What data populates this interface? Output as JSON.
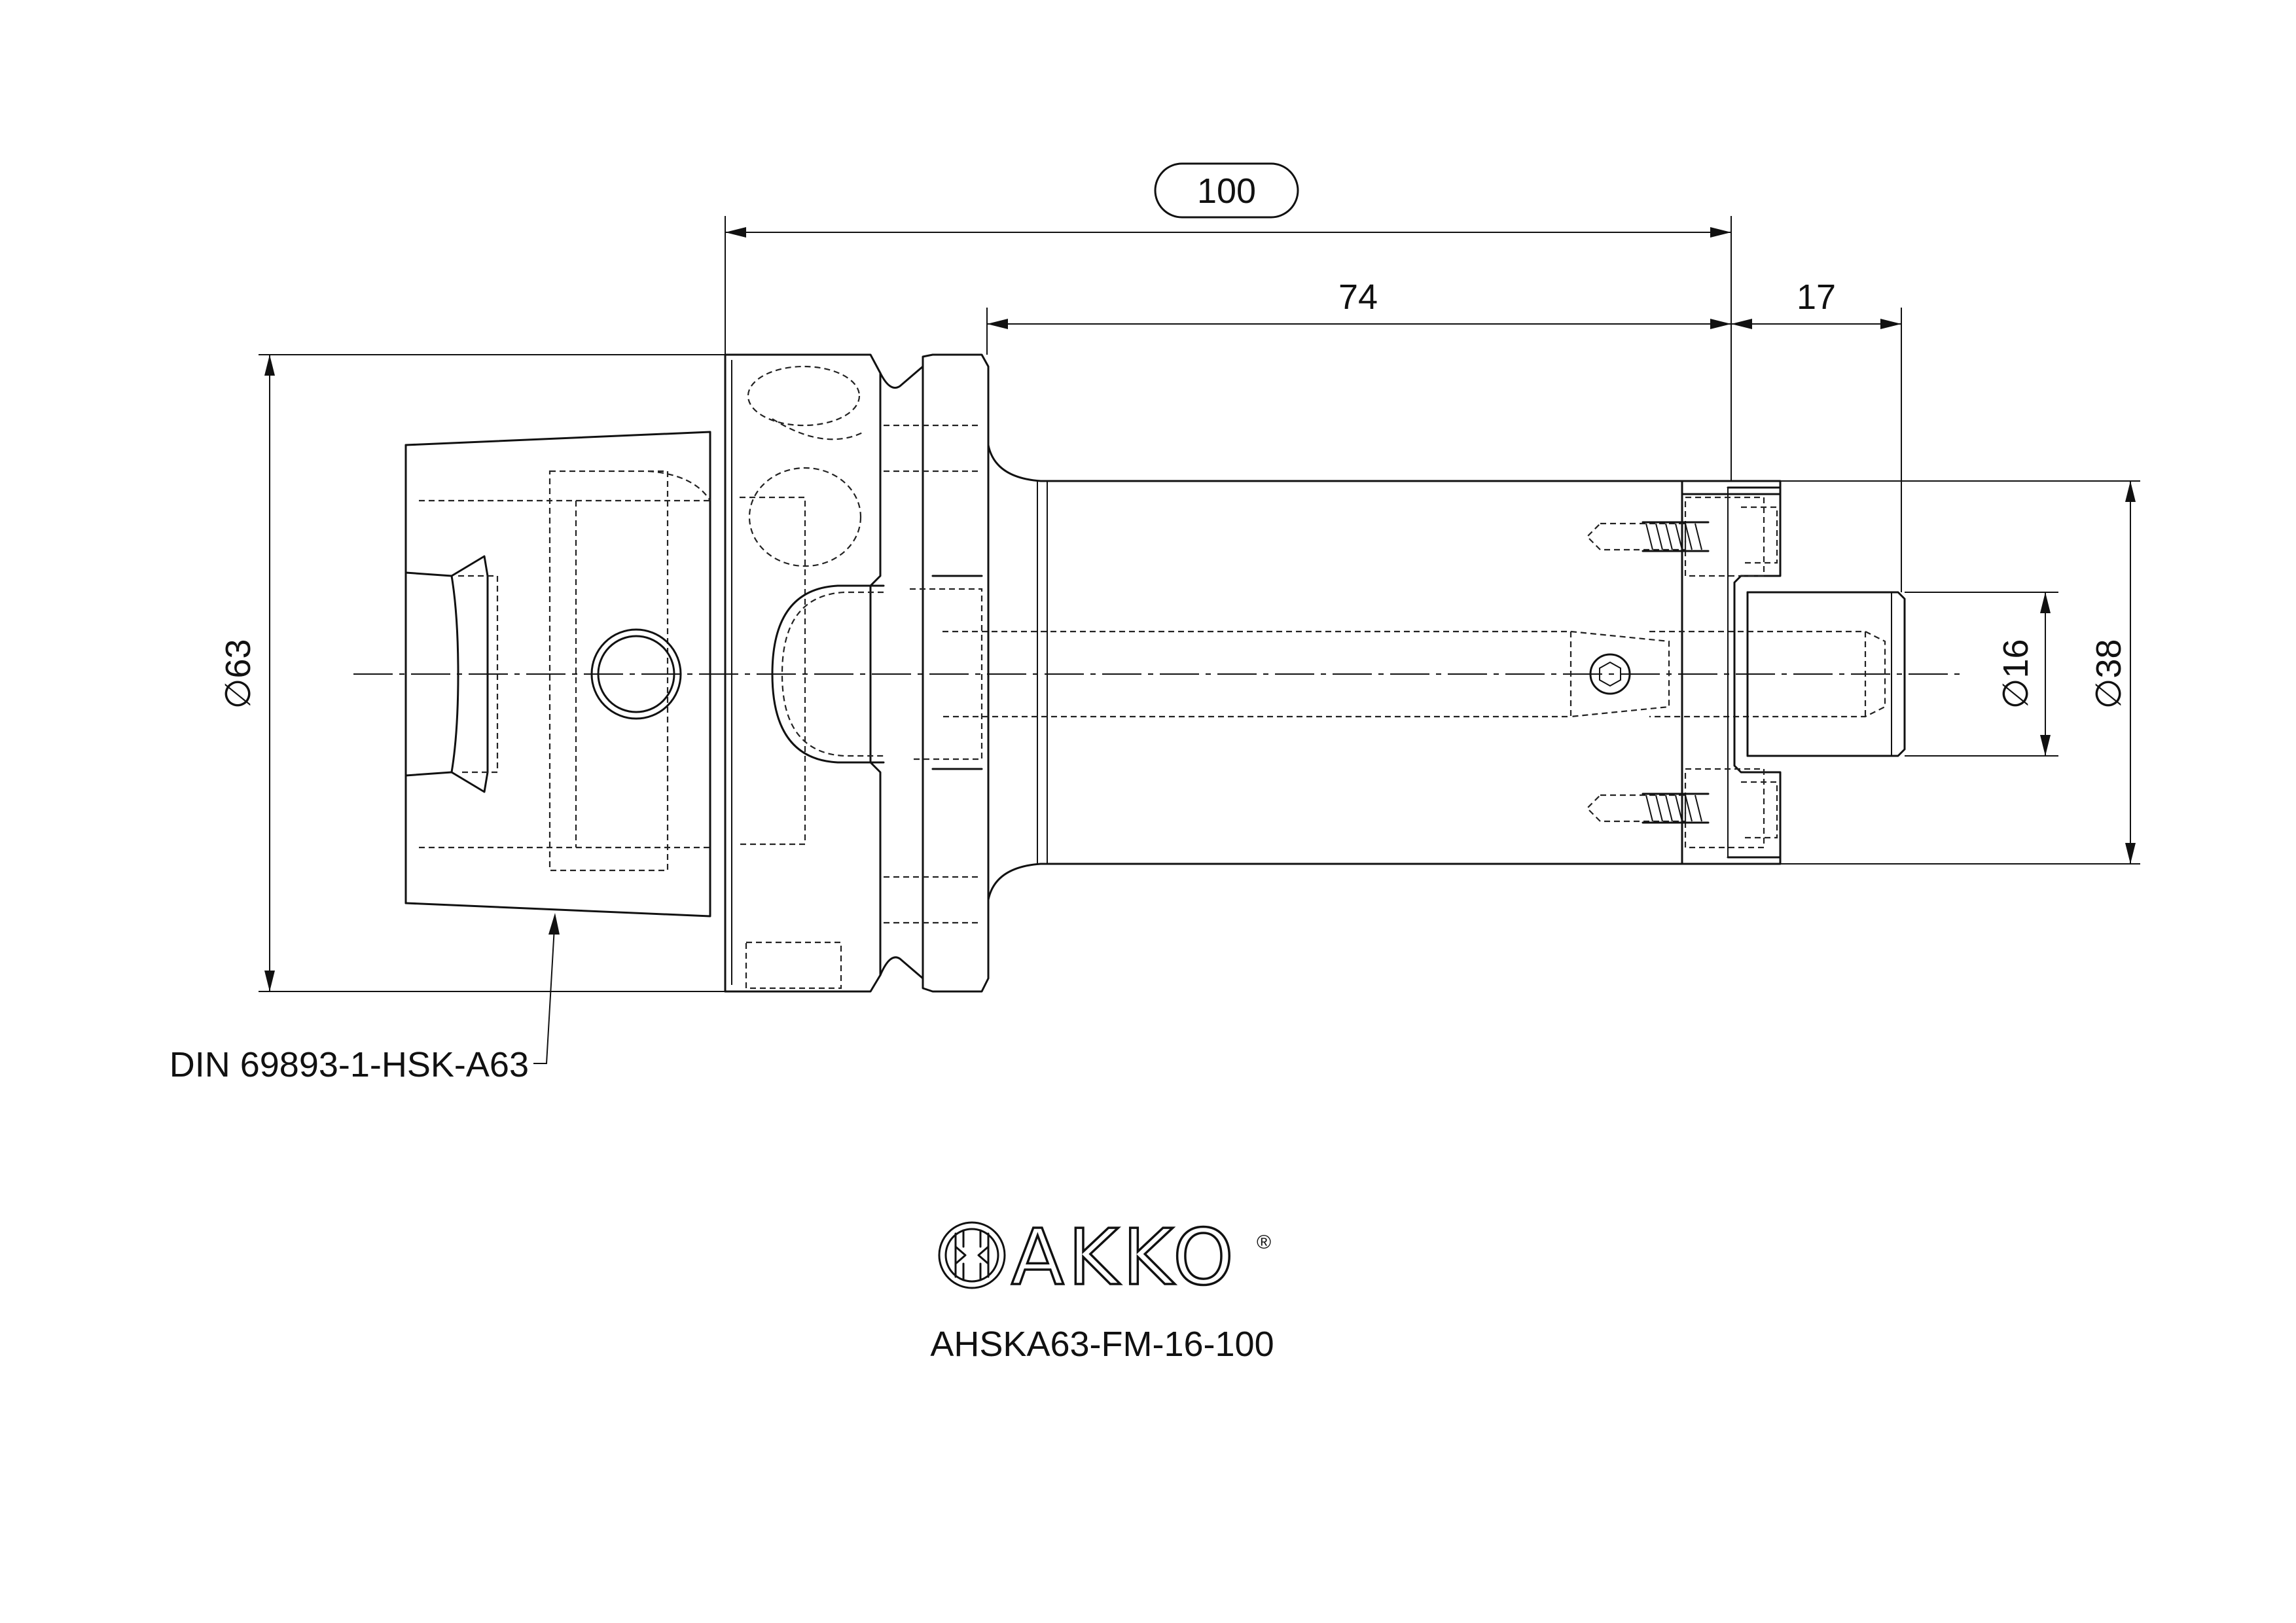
{
  "dimensions": {
    "overall_length": "100",
    "shank_length": "74",
    "pilot_length": "17",
    "flange_diameter": "∅63",
    "body_diameter": "∅38",
    "pilot_diameter": "∅16"
  },
  "callout": {
    "standard": "DIN 69893-1-HSK-A63"
  },
  "brand": {
    "name": "AKKO",
    "registered_mark": "®"
  },
  "part_number": "AHSKA63-FM-16-100",
  "colors": {
    "line": "#111111",
    "background": "#ffffff"
  }
}
